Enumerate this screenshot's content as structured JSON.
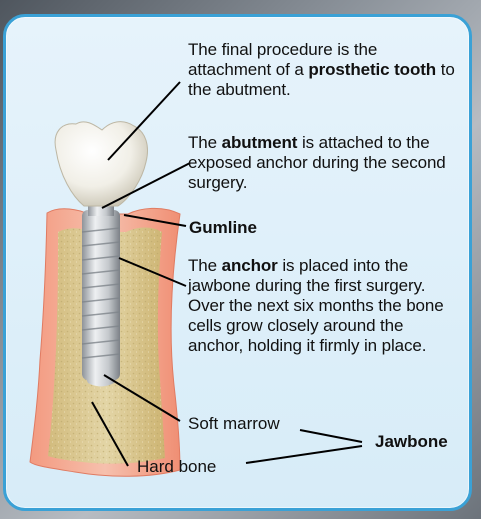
{
  "panel": {
    "p1": {
      "before": "The final procedure is the attachment of a ",
      "bold": "prosthetic tooth",
      "after": " to the abutment."
    },
    "p2": {
      "before": "The ",
      "bold": "abutment",
      "after": " is attached to the exposed anchor during the second surgery."
    },
    "p3": {
      "before": "The ",
      "bold": "anchor",
      "after": " is placed into the jawbone during the first surgery. Over the next six months the bone cells grow closely around the anchor, holding it firmly in place."
    },
    "labels": {
      "gumline": "Gumline",
      "soft_marrow": "Soft marrow",
      "jawbone": "Jawbone",
      "hard_bone": "Hard bone"
    }
  },
  "colors": {
    "border": "#3aa1d6",
    "panel_bg": "#dcedf8",
    "gum": "#f0a48c",
    "bone": "#d9c791",
    "implant": "#c9ccd0"
  }
}
